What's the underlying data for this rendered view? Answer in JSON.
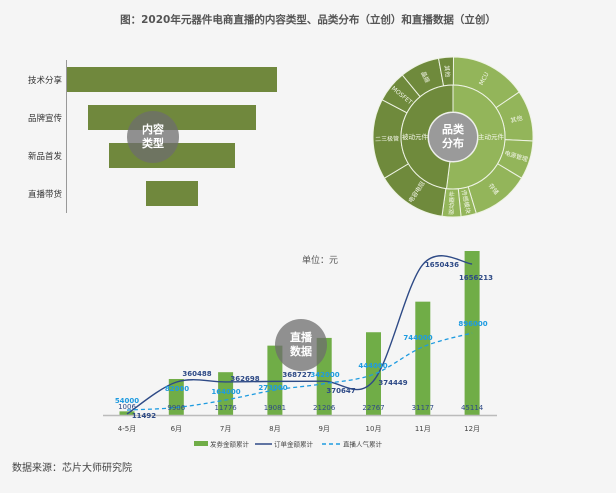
{
  "title": "图：2020年元器件电商直播的内容类型、品类分布（立创）和直播数据（立创）",
  "funnel": {
    "badge": [
      "内容",
      "类型"
    ],
    "items": [
      {
        "label": "技术分享",
        "value": 100
      },
      {
        "label": "品牌宣传",
        "value": 80
      },
      {
        "label": "新品首发",
        "value": 60
      },
      {
        "label": "直播带货",
        "value": 25
      }
    ]
  },
  "sunburst": {
    "badge": [
      "品类",
      "分布"
    ],
    "inner": [
      {
        "label": "主动元件",
        "share": 52,
        "color": "#93b55a"
      },
      {
        "label": "被动元件",
        "share": 48,
        "color": "#6f8a3c"
      }
    ],
    "outer": [
      {
        "label": "MCU",
        "share": 15.5,
        "parent": 0
      },
      {
        "label": "其他",
        "share": 10.3,
        "parent": 0
      },
      {
        "label": "电源管理",
        "share": 7.8,
        "parent": 0
      },
      {
        "label": "存储",
        "share": 11.7,
        "parent": 0
      },
      {
        "label": "传感模块",
        "share": 3.1,
        "parent": 0
      },
      {
        "label": "驱动器件",
        "share": 3.8,
        "parent": 0
      },
      {
        "label": "电容电阻",
        "share": 14.2,
        "parent": 1
      },
      {
        "label": "二三极管",
        "share": 16.3,
        "parent": 1
      },
      {
        "label": "MOSFET",
        "share": 6.4,
        "parent": 1
      },
      {
        "label": "晶振",
        "share": 8.0,
        "parent": 1
      },
      {
        "label": "其他",
        "share": 3.0,
        "parent": 1
      }
    ]
  },
  "chart_data": {
    "type": "bar",
    "title": "单位：元",
    "badge": [
      "直播",
      "数据"
    ],
    "categories": [
      "4-5月",
      "6月",
      "7月",
      "8月",
      "9月",
      "10月",
      "11月",
      "12月"
    ],
    "series": [
      {
        "name": "发券金额累计",
        "type": "bar",
        "color": "#70ad47",
        "values": [
          1006,
          9906,
          11776,
          19081,
          21206,
          22767,
          31177,
          45114
        ]
      },
      {
        "name": "订单金额累计",
        "type": "line",
        "color": "#2e4a86",
        "values": [
          11492,
          360488,
          362698,
          368727,
          370647,
          374449,
          1650436,
          1656213
        ]
      },
      {
        "name": "直播人气累计",
        "type": "dashed-line",
        "color": "#1e9be0",
        "values": [
          54000,
          82000,
          164000,
          273000,
          342000,
          444000,
          744000,
          896000
        ]
      }
    ],
    "legend_position": "bottom"
  },
  "source": "数据来源：芯片大师研究院"
}
